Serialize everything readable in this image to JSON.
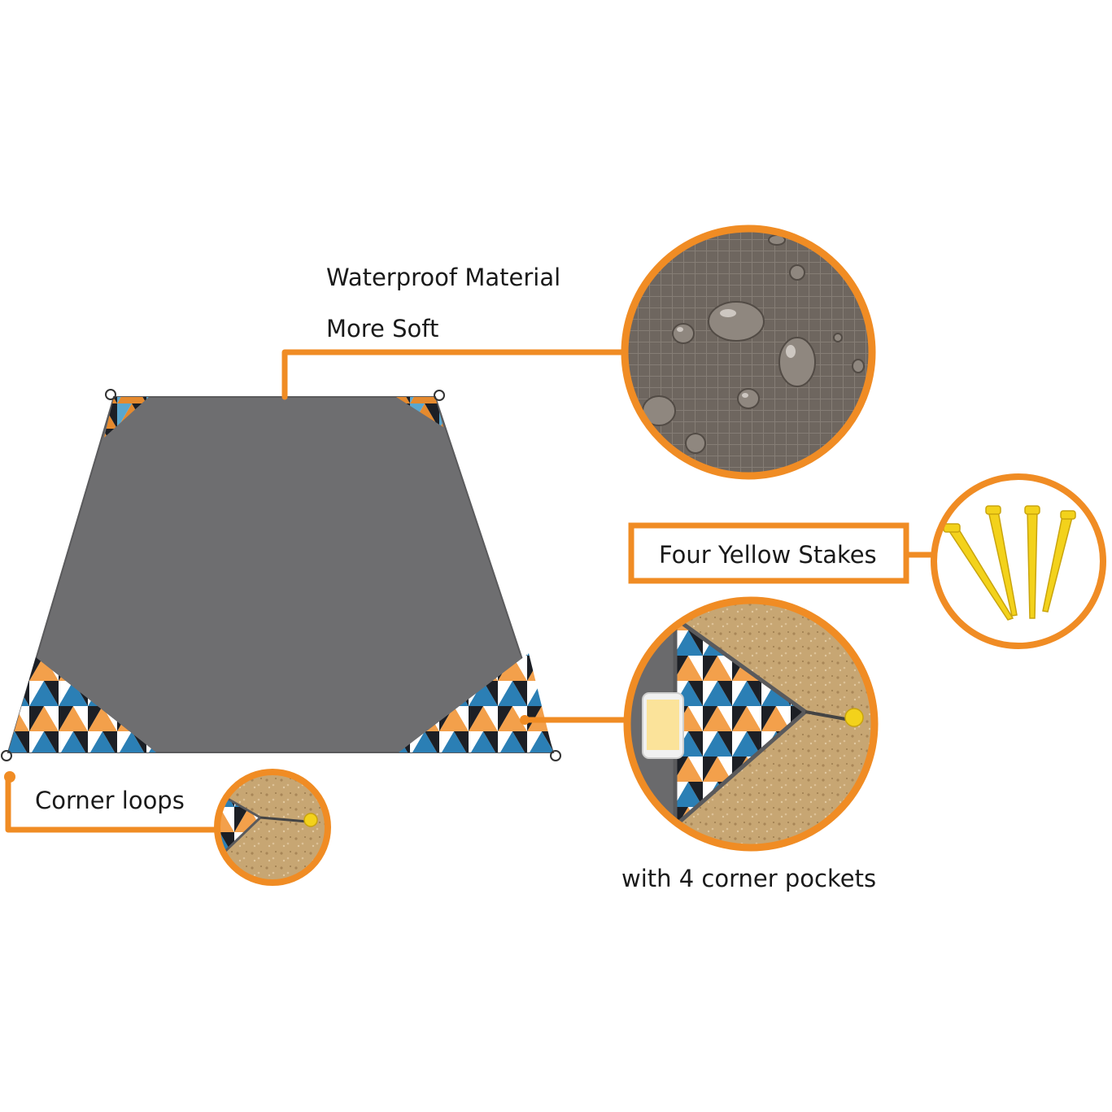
{
  "labels": {
    "waterproof": "Waterproof Material",
    "soft": "More Soft",
    "stakes": "Four Yellow Stakes",
    "corner_loops": "Corner loops",
    "pockets": "with 4 corner pockets"
  },
  "colors": {
    "accent": "#f08c24",
    "mat": "#6e6e70",
    "mat_edge": "#5a5a5c",
    "pattern": [
      "#f3a04b",
      "#e5852b",
      "#1a1d22",
      "#5aa7cf",
      "#ffffff",
      "#2b7fb5"
    ],
    "sand": "#c9a877",
    "stake": "#f3d21b",
    "fabric": "#6a625b"
  },
  "icons": [
    "mat-diagram-icon",
    "fabric-closeup-icon",
    "stakes-icon",
    "corner-pocket-icon",
    "corner-loop-icon"
  ]
}
